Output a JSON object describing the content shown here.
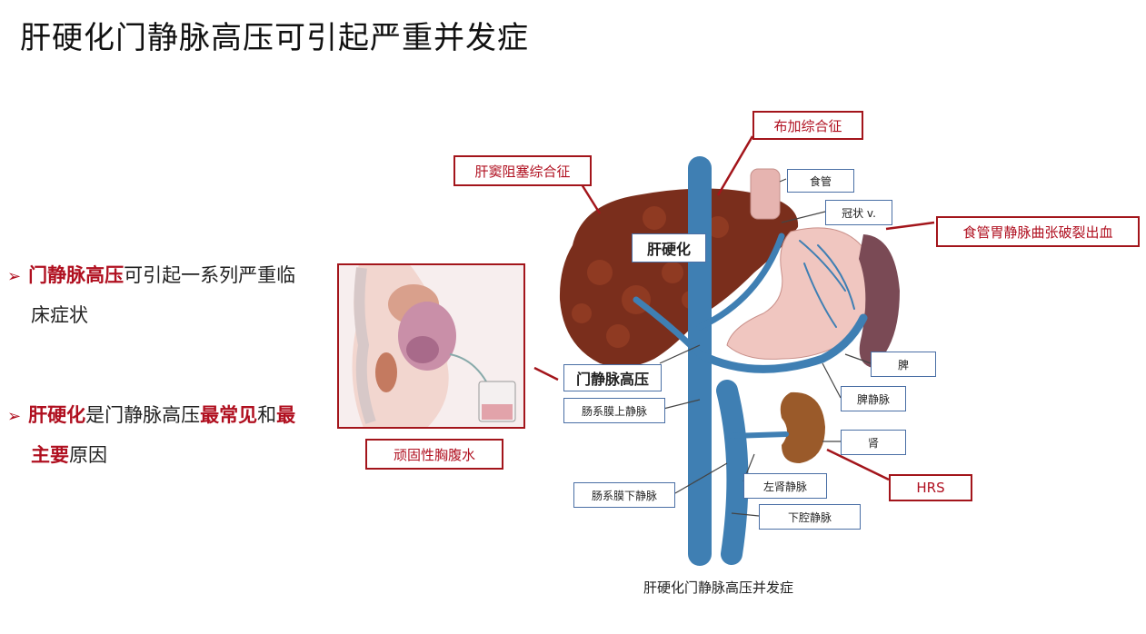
{
  "title": "肝硬化门静脉高压可引起严重并发症",
  "bullets": [
    {
      "parts": [
        {
          "text": "门静脉高压",
          "red": true
        },
        {
          "text": "可引起一系列严重临床症状",
          "red": false
        }
      ]
    },
    {
      "parts": [
        {
          "text": "肝硬化",
          "red": true
        },
        {
          "text": "是门静脉高压",
          "red": false
        },
        {
          "text": "最常见",
          "red": true
        },
        {
          "text": "和",
          "red": false
        },
        {
          "text": "最主要",
          "red": true
        },
        {
          "text": "原因",
          "red": false
        }
      ]
    }
  ],
  "complications": {
    "budd_chiari": "布加综合征",
    "sinusoidal": "肝窦阻塞综合征",
    "varices": "食管胃静脉曲张破裂出血",
    "ascites": "顽固性胸腹水",
    "hrs": "HRS"
  },
  "anatomy": {
    "cirrhosis": "肝硬化",
    "portal_hypertension": "门静脉高压",
    "esophagus": "食管",
    "coronary_vein": "冠状 v.",
    "spleen": "脾",
    "splenic_vein": "脾静脉",
    "kidney": "肾",
    "smv": "肠系膜上静脉",
    "imv": "肠系膜下静脉",
    "left_renal_vein": "左肾静脉",
    "ivc": "下腔静脉"
  },
  "caption": "肝硬化门静脉高压并发症",
  "colors": {
    "accent": "#b01020",
    "vein": "#3f7fb3",
    "liver": "#7a2e1c"
  }
}
